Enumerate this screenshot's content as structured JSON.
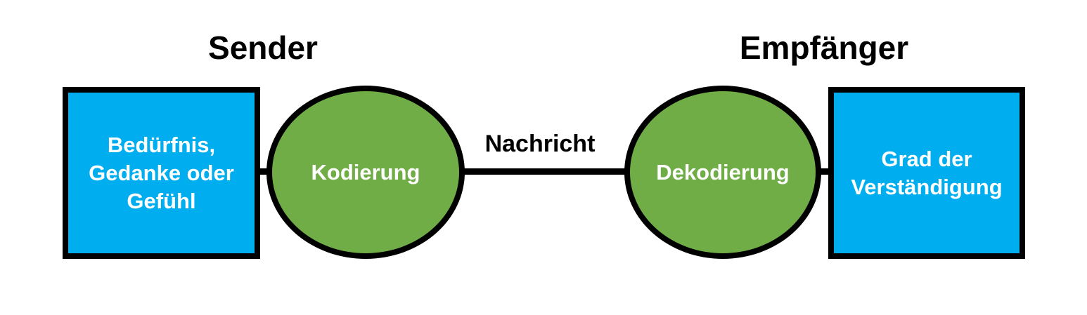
{
  "headings": {
    "sender": "Sender",
    "receiver": "Empfänger"
  },
  "nodes": {
    "need_box": "Bedürfnis,\nGedanke oder\nGefühl",
    "encoding": "Kodierung",
    "message": "Nachricht",
    "decoding": "Dekodierung",
    "understanding_box": "Grad der\nVerständigung"
  },
  "colors": {
    "box_fill": "#00AEEF",
    "ellipse_fill": "#70AD47",
    "outline": "#000000",
    "node_text": "#ffffff"
  }
}
